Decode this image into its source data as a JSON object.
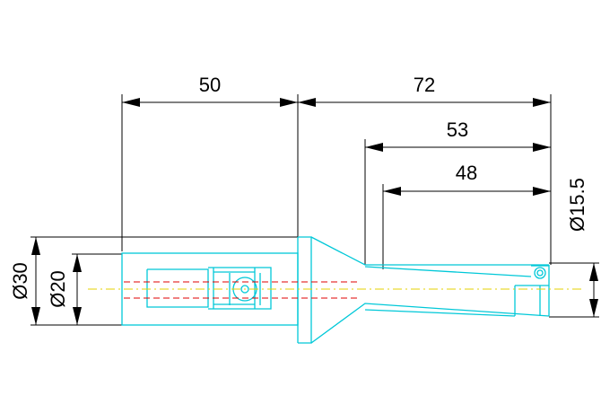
{
  "dimensions": {
    "length_50": "50",
    "length_72": "72",
    "length_53": "53",
    "length_48": "48",
    "dia_30": "Ø30",
    "dia_20": "Ø20",
    "dia_15_5": "Ø15.5"
  },
  "colors": {
    "part_outline": "#00c8d8",
    "centerline": "#e6d200",
    "hidden_line": "#e00000",
    "dimension": "#000000"
  }
}
